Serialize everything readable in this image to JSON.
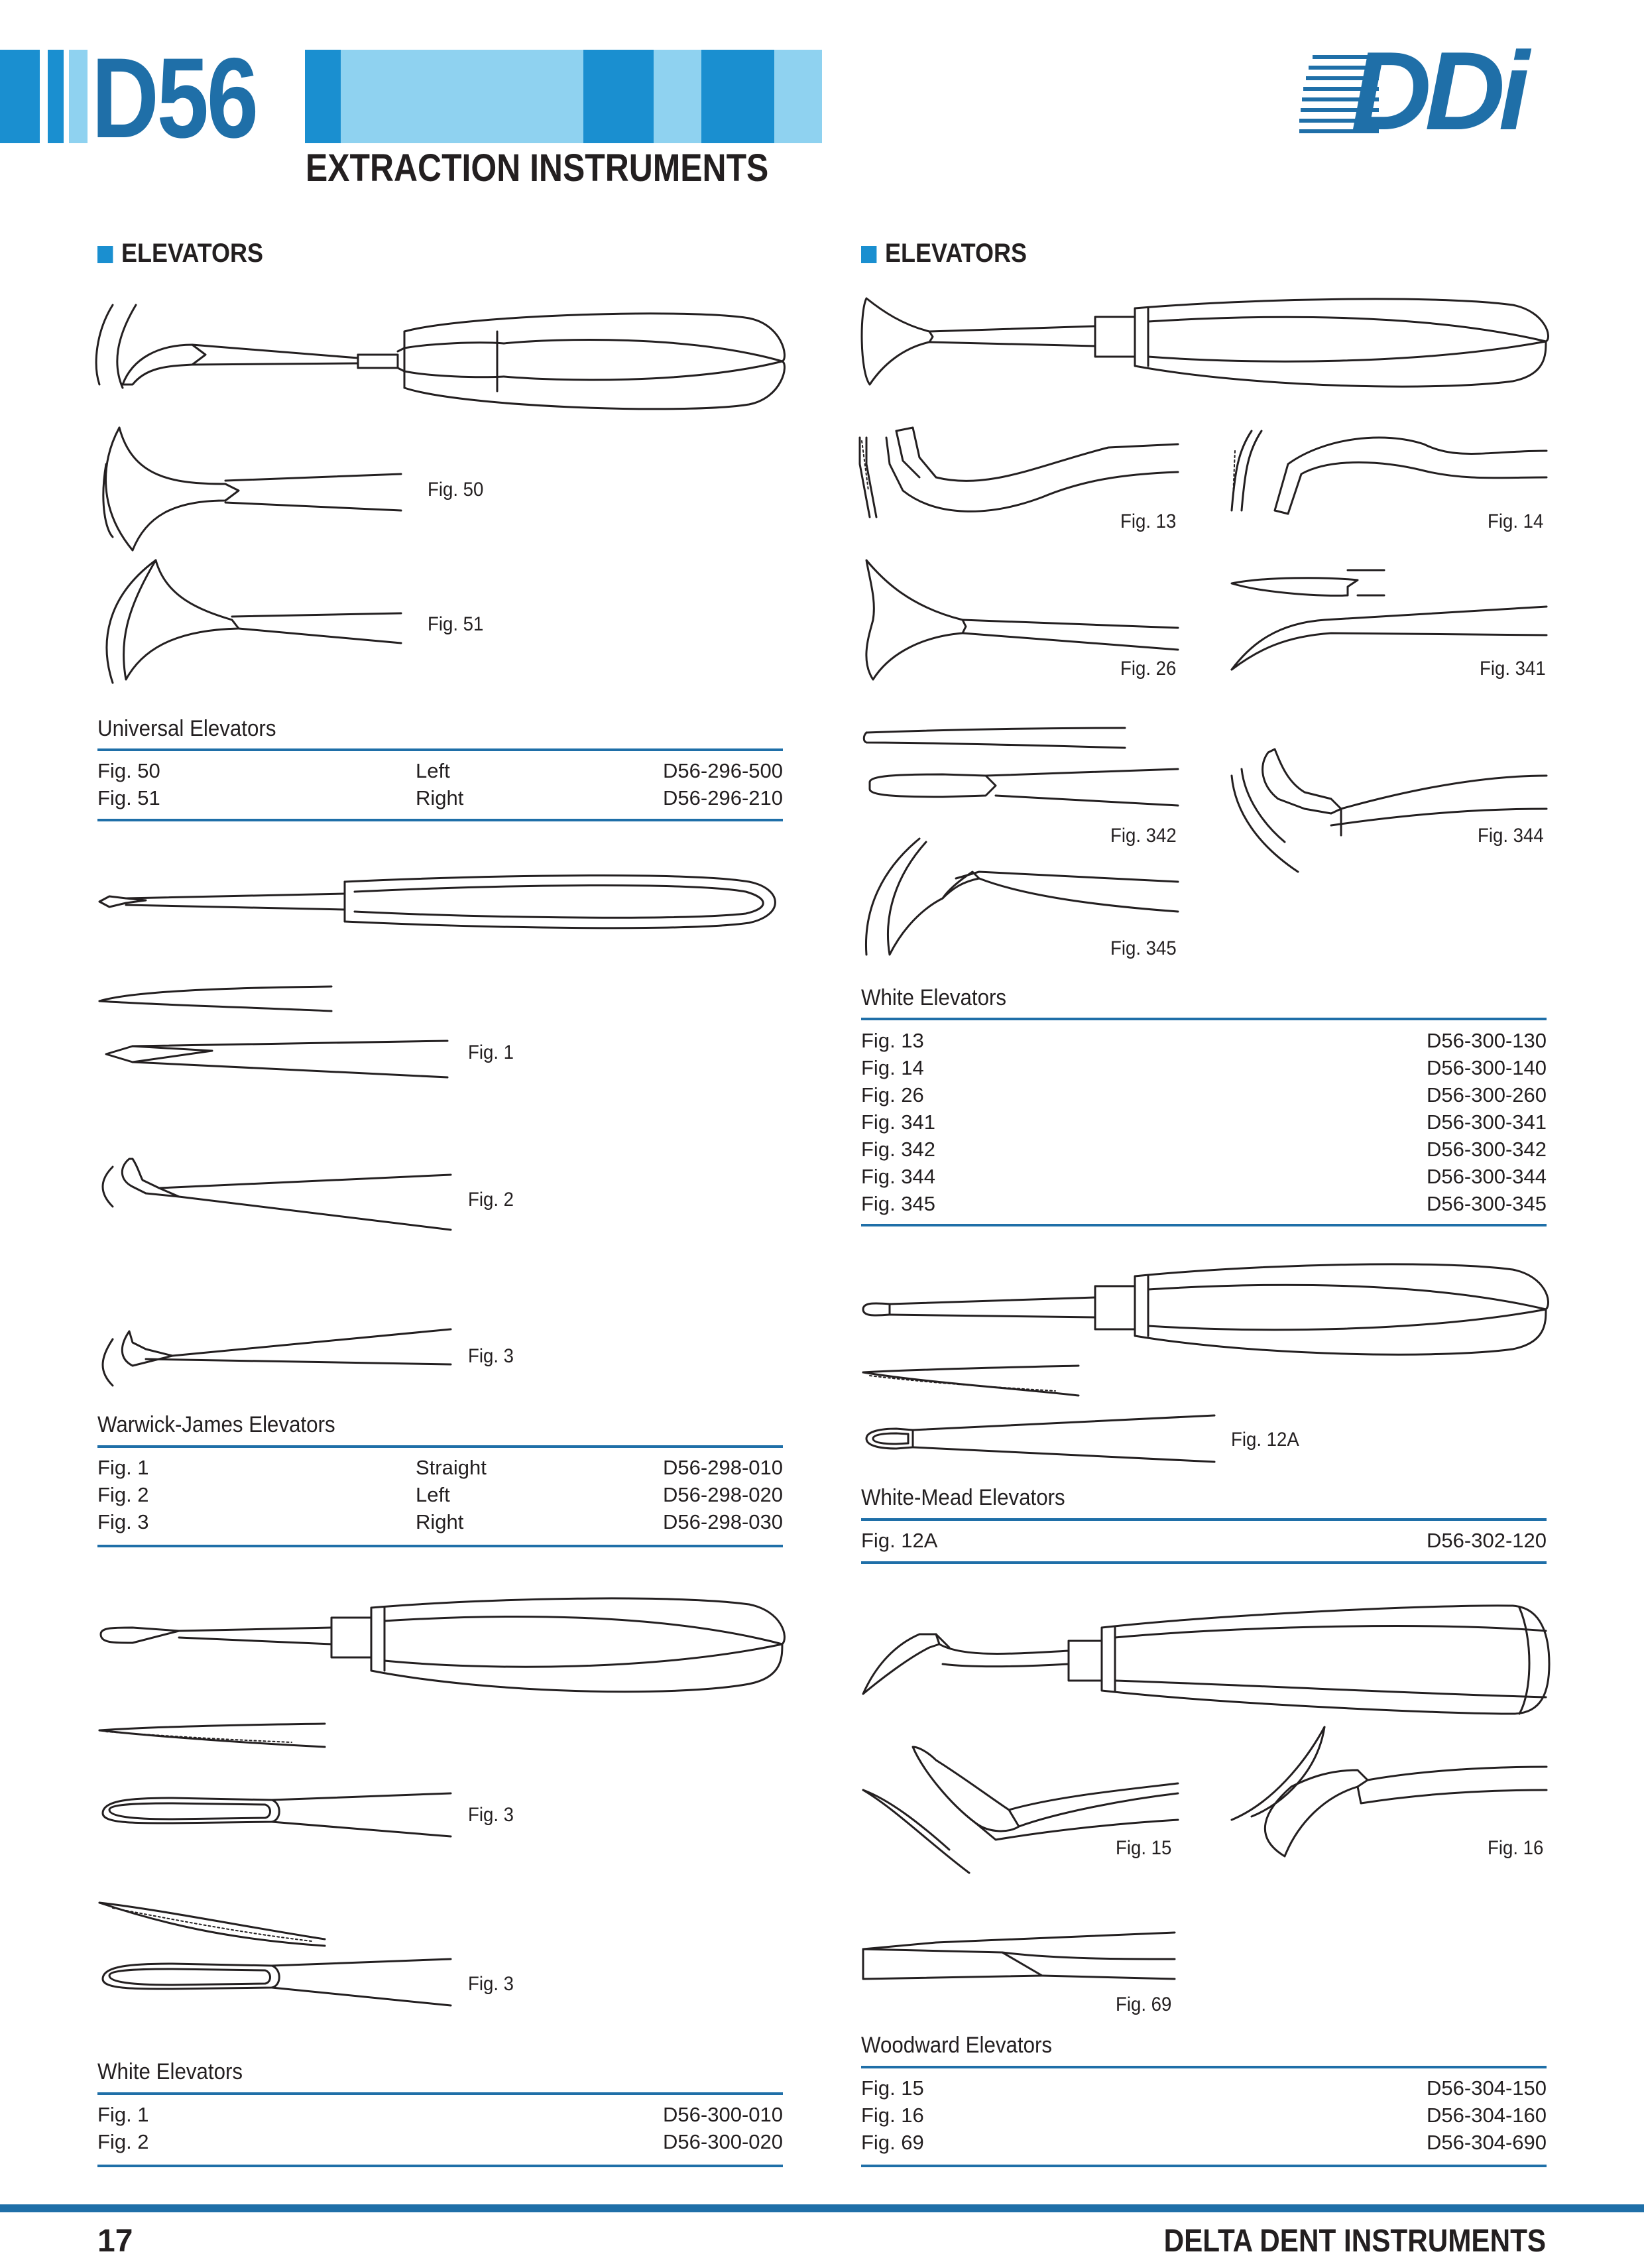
{
  "header": {
    "code": "D56",
    "subtitle": "EXTRACTION INSTRUMENTS",
    "logo_text": "DDi",
    "accent_color": "#1f6fa8",
    "light_color": "#8fd2f0"
  },
  "left": {
    "section_title": "ELEVATORS",
    "universal": {
      "fig_labels": [
        "Fig. 50",
        "Fig. 51"
      ],
      "title": "Universal Elevators",
      "rows": [
        {
          "fig": "Fig. 50",
          "side": "Left",
          "code": "D56-296-500"
        },
        {
          "fig": "Fig. 51",
          "side": "Right",
          "code": "D56-296-210"
        }
      ]
    },
    "warwick": {
      "fig_labels": [
        "Fig. 1",
        "Fig. 2",
        "Fig. 3"
      ],
      "title": "Warwick-James Elevators",
      "rows": [
        {
          "fig": "Fig. 1",
          "side": "Straight",
          "code": "D56-298-010"
        },
        {
          "fig": "Fig. 2",
          "side": "Left",
          "code": "D56-298-020"
        },
        {
          "fig": "Fig. 3",
          "side": "Right",
          "code": "D56-298-030"
        }
      ]
    },
    "white": {
      "fig_labels": [
        "Fig. 3",
        "Fig. 3"
      ],
      "title": "White Elevators",
      "rows": [
        {
          "fig": "Fig. 1",
          "code": "D56-300-010"
        },
        {
          "fig": "Fig. 2",
          "code": "D56-300-020"
        }
      ]
    }
  },
  "right": {
    "section_title": "ELEVATORS",
    "white": {
      "fig_labels": [
        "Fig. 13",
        "Fig. 14",
        "Fig. 26",
        "Fig. 341",
        "Fig. 342",
        "Fig. 344",
        "Fig. 345"
      ],
      "title": "White Elevators",
      "rows": [
        {
          "fig": "Fig. 13",
          "code": "D56-300-130"
        },
        {
          "fig": "Fig. 14",
          "code": "D56-300-140"
        },
        {
          "fig": "Fig. 26",
          "code": "D56-300-260"
        },
        {
          "fig": "Fig. 341",
          "code": "D56-300-341"
        },
        {
          "fig": "Fig. 342",
          "code": "D56-300-342"
        },
        {
          "fig": "Fig. 344",
          "code": "D56-300-344"
        },
        {
          "fig": "Fig. 345",
          "code": "D56-300-345"
        }
      ]
    },
    "white_mead": {
      "fig_labels": [
        "Fig. 12A"
      ],
      "title": "White-Mead Elevators",
      "rows": [
        {
          "fig": "Fig. 12A",
          "code": "D56-302-120"
        }
      ]
    },
    "woodward": {
      "fig_labels": [
        "Fig. 15",
        "Fig. 16",
        "Fig. 69"
      ],
      "title": "Woodward Elevators",
      "rows": [
        {
          "fig": "Fig. 15",
          "code": "D56-304-150"
        },
        {
          "fig": "Fig. 16",
          "code": "D56-304-160"
        },
        {
          "fig": "Fig. 69",
          "code": "D56-304-690"
        }
      ]
    }
  },
  "footer": {
    "page_number": "17",
    "brand": "DELTA DENT INSTRUMENTS"
  }
}
